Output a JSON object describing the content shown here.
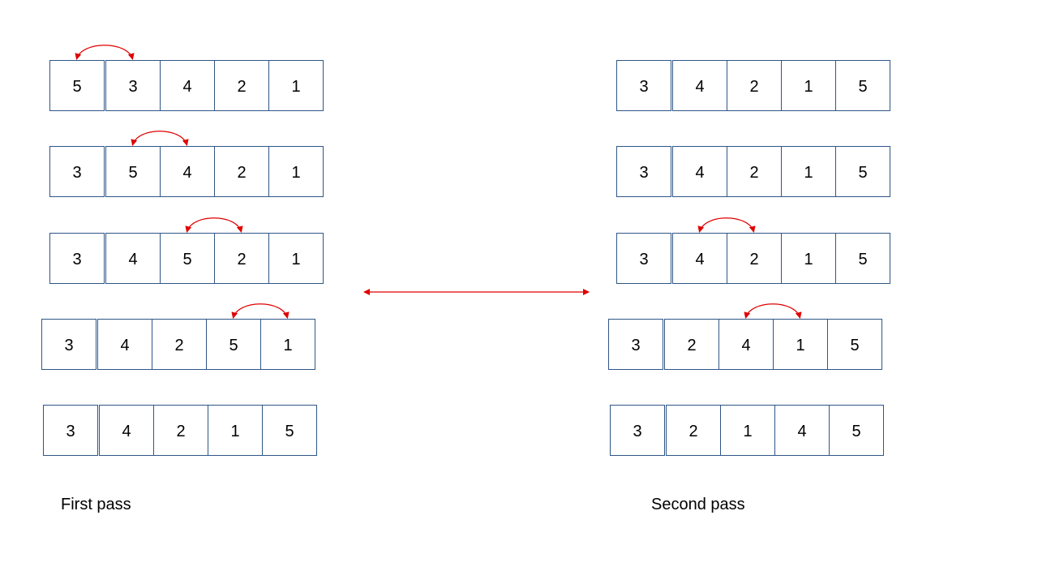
{
  "passes": [
    {
      "label": "First pass",
      "rows": [
        {
          "values": [
            "5",
            "3",
            "4",
            "2",
            "1"
          ],
          "swap": [
            0,
            1
          ]
        },
        {
          "values": [
            "3",
            "5",
            "4",
            "2",
            "1"
          ],
          "swap": [
            1,
            2
          ]
        },
        {
          "values": [
            "3",
            "4",
            "5",
            "2",
            "1"
          ],
          "swap": [
            2,
            3
          ]
        },
        {
          "values": [
            "3",
            "4",
            "2",
            "5",
            "1"
          ],
          "swap": [
            3,
            4
          ]
        },
        {
          "values": [
            "3",
            "4",
            "2",
            "1",
            "5"
          ],
          "swap": null
        }
      ]
    },
    {
      "label": "Second pass",
      "rows": [
        {
          "values": [
            "3",
            "4",
            "2",
            "1",
            "5"
          ],
          "swap": null
        },
        {
          "values": [
            "3",
            "4",
            "2",
            "1",
            "5"
          ],
          "swap": null
        },
        {
          "values": [
            "3",
            "4",
            "2",
            "1",
            "5"
          ],
          "swap": [
            1,
            2
          ]
        },
        {
          "values": [
            "3",
            "2",
            "4",
            "1",
            "5"
          ],
          "swap": [
            2,
            3
          ]
        },
        {
          "values": [
            "3",
            "2",
            "1",
            "4",
            "5"
          ],
          "swap": null
        }
      ]
    }
  ],
  "colors": {
    "cell_border": "#2f5687",
    "arrow": "#e00000",
    "text": "#000000"
  }
}
